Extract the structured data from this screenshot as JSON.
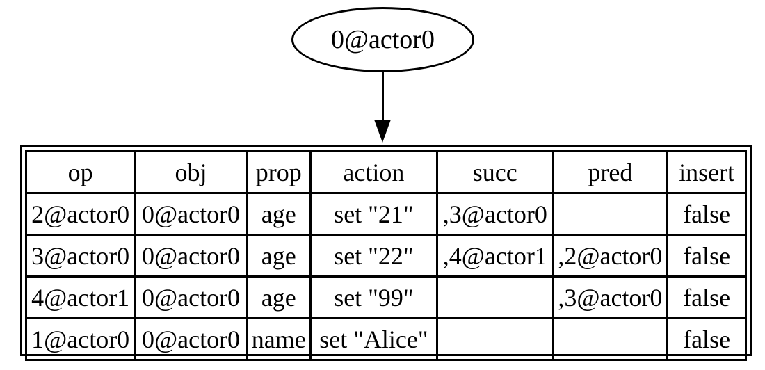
{
  "node": {
    "label": "0@actor0"
  },
  "edge": {
    "from": "0@actor0",
    "to": "operations-table",
    "direction": "down"
  },
  "table": {
    "headers": [
      "op",
      "obj",
      "prop",
      "action",
      "succ",
      "pred",
      "insert"
    ],
    "rows": [
      [
        "2@actor0",
        "0@actor0",
        "age",
        "set \"21\"",
        ",3@actor0",
        "",
        "false"
      ],
      [
        "3@actor0",
        "0@actor0",
        "age",
        "set \"22\"",
        ",4@actor1",
        ",2@actor0",
        "false"
      ],
      [
        "4@actor1",
        "0@actor0",
        "age",
        "set \"99\"",
        "",
        ",3@actor0",
        "false"
      ],
      [
        "1@actor0",
        "0@actor0",
        "name",
        "set \"Alice\"",
        "",
        "",
        "false"
      ]
    ]
  },
  "colors": {
    "stroke": "#000000",
    "background": "#ffffff"
  }
}
